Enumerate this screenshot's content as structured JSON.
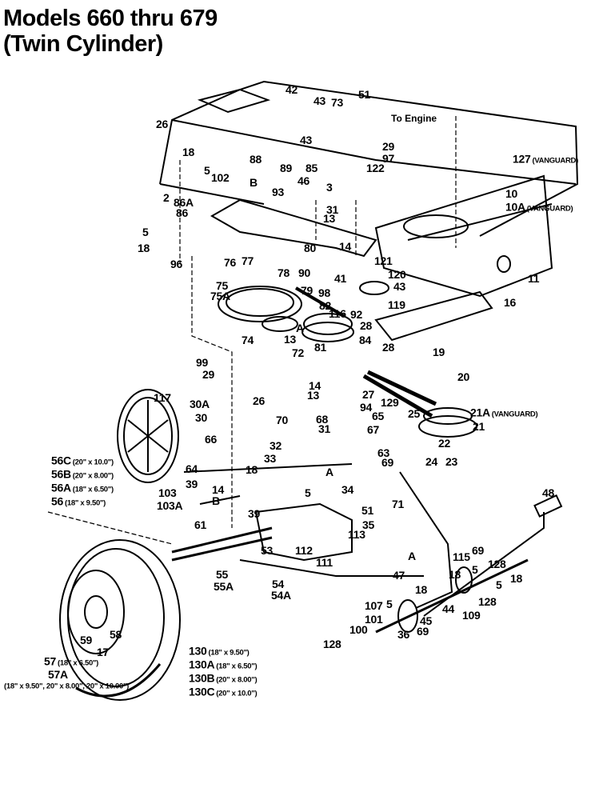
{
  "title_line1": "Models 660 thru 679",
  "title_line2": "(Twin Cylinder)",
  "to_engine_label": "To Engine",
  "callouts": [
    {
      "n": "42"
    },
    {
      "n": "43"
    },
    {
      "n": "73"
    },
    {
      "n": "51"
    },
    {
      "n": "26"
    },
    {
      "n": "43"
    },
    {
      "n": "29"
    },
    {
      "n": "88"
    },
    {
      "n": "89"
    },
    {
      "n": "85"
    },
    {
      "n": "97"
    },
    {
      "n": "18"
    },
    {
      "n": "5"
    },
    {
      "n": "102"
    },
    {
      "n": "B"
    },
    {
      "n": "122"
    },
    {
      "n": "127",
      "s": "(VANGUARD)"
    },
    {
      "n": "46"
    },
    {
      "n": "3"
    },
    {
      "n": "93"
    },
    {
      "n": "2"
    },
    {
      "n": "86A"
    },
    {
      "n": "86"
    },
    {
      "n": "31"
    },
    {
      "n": "13"
    },
    {
      "n": "10"
    },
    {
      "n": "10A",
      "s": "(VANGUARD)"
    },
    {
      "n": "5"
    },
    {
      "n": "18"
    },
    {
      "n": "14"
    },
    {
      "n": "96"
    },
    {
      "n": "80"
    },
    {
      "n": "121"
    },
    {
      "n": "76"
    },
    {
      "n": "77"
    },
    {
      "n": "78"
    },
    {
      "n": "90"
    },
    {
      "n": "98"
    },
    {
      "n": "120"
    },
    {
      "n": "41"
    },
    {
      "n": "43"
    },
    {
      "n": "11"
    },
    {
      "n": "75"
    },
    {
      "n": "75A"
    },
    {
      "n": "79"
    },
    {
      "n": "82"
    },
    {
      "n": "119"
    },
    {
      "n": "16"
    },
    {
      "n": "116"
    },
    {
      "n": "92"
    },
    {
      "n": "A"
    },
    {
      "n": "28"
    },
    {
      "n": "13"
    },
    {
      "n": "74"
    },
    {
      "n": "81"
    },
    {
      "n": "72"
    },
    {
      "n": "84"
    },
    {
      "n": "28"
    },
    {
      "n": "19"
    },
    {
      "n": "99"
    },
    {
      "n": "29"
    },
    {
      "n": "20"
    },
    {
      "n": "14"
    },
    {
      "n": "13"
    },
    {
      "n": "27"
    },
    {
      "n": "129"
    },
    {
      "n": "94"
    },
    {
      "n": "117"
    },
    {
      "n": "30A"
    },
    {
      "n": "26"
    },
    {
      "n": "25"
    },
    {
      "n": "21A",
      "s": "(VANGUARD)"
    },
    {
      "n": "30"
    },
    {
      "n": "70"
    },
    {
      "n": "68"
    },
    {
      "n": "65"
    },
    {
      "n": "21"
    },
    {
      "n": "31"
    },
    {
      "n": "67"
    },
    {
      "n": "66"
    },
    {
      "n": "32"
    },
    {
      "n": "56C",
      "s": "(20\" x 10.0\")"
    },
    {
      "n": "33"
    },
    {
      "n": "63"
    },
    {
      "n": "69"
    },
    {
      "n": "22"
    },
    {
      "n": "24"
    },
    {
      "n": "23"
    },
    {
      "n": "64"
    },
    {
      "n": "18"
    },
    {
      "n": "A"
    },
    {
      "n": "56B",
      "s": "(20\" x 8.00\")"
    },
    {
      "n": "39"
    },
    {
      "n": "14"
    },
    {
      "n": "5"
    },
    {
      "n": "34"
    },
    {
      "n": "56A",
      "s": "(18\" x 6.50\")"
    },
    {
      "n": "56",
      "s": "(18\" x 9.50\")"
    },
    {
      "n": "103"
    },
    {
      "n": "103A"
    },
    {
      "n": "B"
    },
    {
      "n": "71"
    },
    {
      "n": "48"
    },
    {
      "n": "39"
    },
    {
      "n": "51"
    },
    {
      "n": "61"
    },
    {
      "n": "35"
    },
    {
      "n": "113"
    },
    {
      "n": "53"
    },
    {
      "n": "112"
    },
    {
      "n": "111"
    },
    {
      "n": "69"
    },
    {
      "n": "115"
    },
    {
      "n": "128"
    },
    {
      "n": "55"
    },
    {
      "n": "55A"
    },
    {
      "n": "18"
    },
    {
      "n": "5"
    },
    {
      "n": "54"
    },
    {
      "n": "54A"
    },
    {
      "n": "47"
    },
    {
      "n": "A"
    },
    {
      "n": "18"
    },
    {
      "n": "18"
    },
    {
      "n": "5"
    },
    {
      "n": "107"
    },
    {
      "n": "5"
    },
    {
      "n": "128"
    },
    {
      "n": "101"
    },
    {
      "n": "44"
    },
    {
      "n": "109"
    },
    {
      "n": "100"
    },
    {
      "n": "45"
    },
    {
      "n": "69"
    },
    {
      "n": "36"
    },
    {
      "n": "128"
    },
    {
      "n": "59"
    },
    {
      "n": "17"
    },
    {
      "n": "58"
    },
    {
      "n": "57",
      "s": "(18\" x 6.50\")"
    },
    {
      "n": "57A"
    },
    {
      "n": "",
      "s": "(18\" x 9.50\", 20\" x 8.00\", 20\" x 10.00\")"
    },
    {
      "n": "130",
      "s": "(18\" x 9.50\")"
    },
    {
      "n": "130A",
      "s": "(18\" x 6.50\")"
    },
    {
      "n": "130B",
      "s": "(20\" x 8.00\")"
    },
    {
      "n": "130C",
      "s": "(20\" x 10.0\")"
    }
  ]
}
